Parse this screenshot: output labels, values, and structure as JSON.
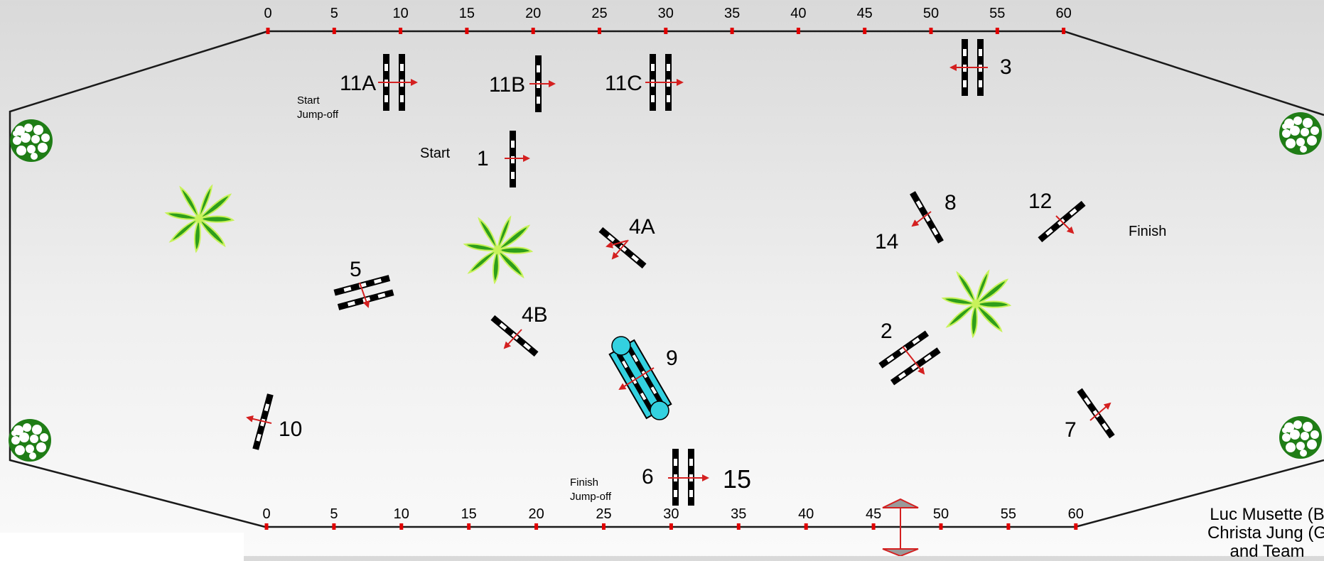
{
  "scale": {
    "ticks": [
      "0",
      "5",
      "10",
      "15",
      "20",
      "25",
      "30",
      "35",
      "40",
      "45",
      "50",
      "55",
      "60"
    ]
  },
  "labels": {
    "start": "Start",
    "start_jumpoff": [
      "Start",
      "Jump-off"
    ],
    "finish": "Finish",
    "finish_jumpoff": [
      "Finish",
      "Jump-off"
    ]
  },
  "obstacles": [
    {
      "key": "11A",
      "text": "11A"
    },
    {
      "key": "11B",
      "text": "11B"
    },
    {
      "key": "11C",
      "text": "11C"
    },
    {
      "key": "3",
      "text": "3"
    },
    {
      "key": "1",
      "text": "1"
    },
    {
      "key": "4A",
      "text": "4A"
    },
    {
      "key": "4B",
      "text": "4B"
    },
    {
      "key": "5",
      "text": "5"
    },
    {
      "key": "8",
      "text": "8"
    },
    {
      "key": "14",
      "text": "14"
    },
    {
      "key": "12",
      "text": "12"
    },
    {
      "key": "2",
      "text": "2"
    },
    {
      "key": "9",
      "text": "9"
    },
    {
      "key": "10",
      "text": "10"
    },
    {
      "key": "7",
      "text": "7"
    },
    {
      "key": "6",
      "text": "6"
    },
    {
      "key": "15",
      "text": "15"
    }
  ],
  "credits": [
    "Luc Musette (B",
    "Christa Jung (G",
    "and Team"
  ],
  "colors": {
    "arena_border": "#1a1a1a",
    "tick_red": "#e00000",
    "arrow_red": "#d42020",
    "plant_green": "#2e9e1a",
    "plant_light": "#c8f25a",
    "water_cyan": "#33d1e0",
    "gate_grey": "#9a9a9a"
  },
  "icons": [
    "leafy-plant-icon",
    "white-flower-bush-icon",
    "water-jump-icon",
    "entry-gate-icon"
  ]
}
